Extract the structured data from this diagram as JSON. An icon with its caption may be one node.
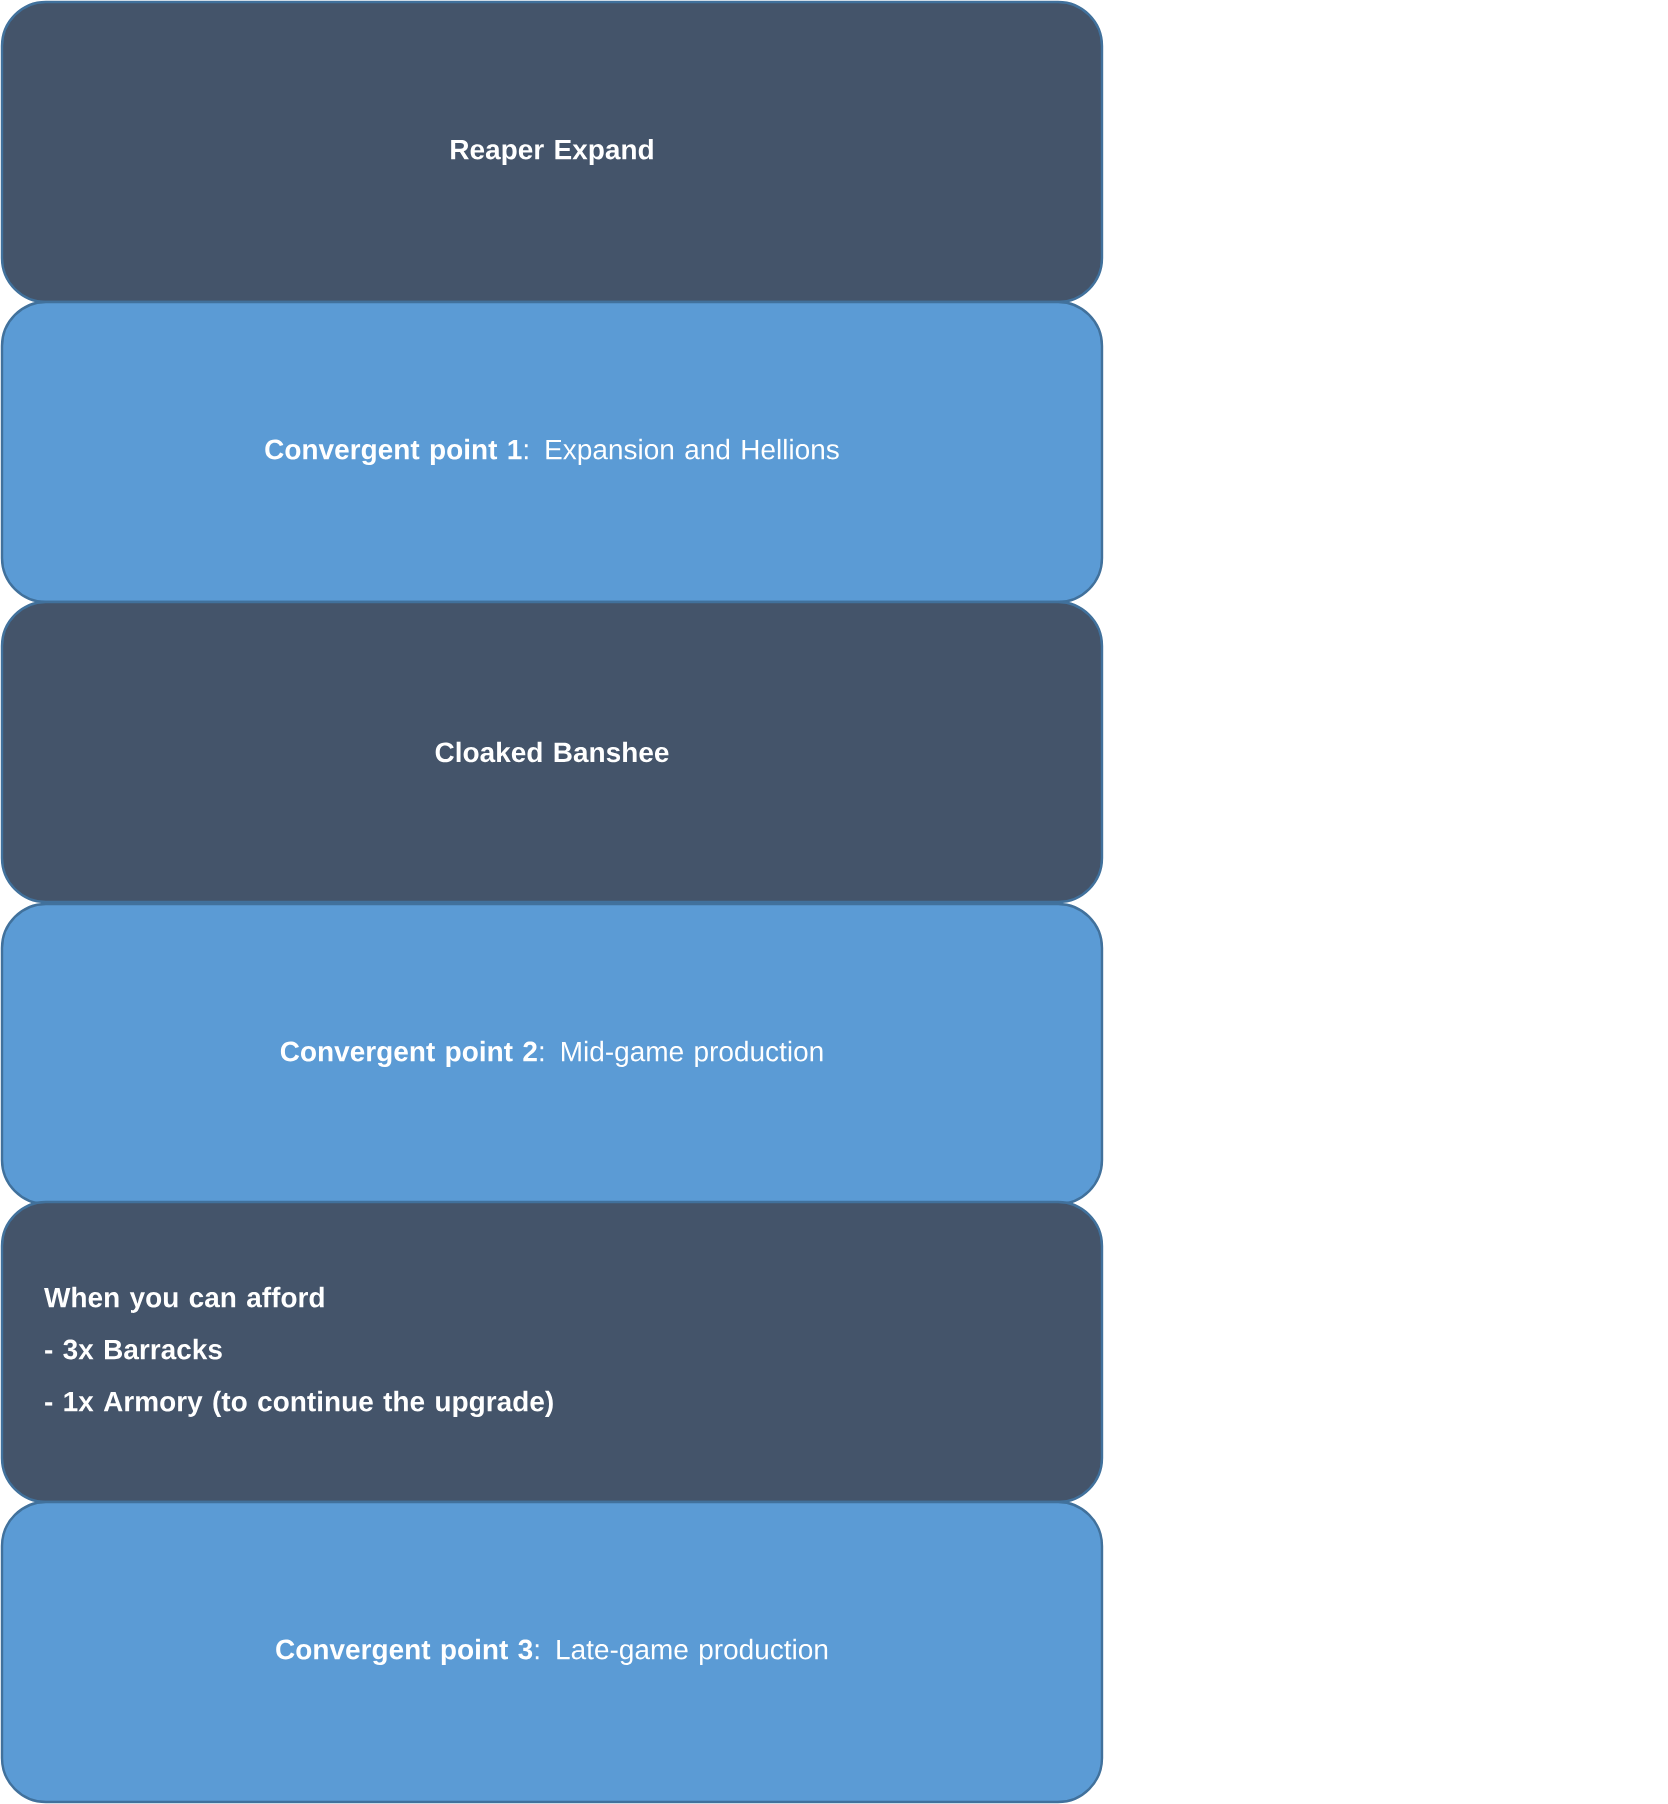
{
  "diagram": {
    "nodes": [
      {
        "text": [
          "Reaper Expand"
        ]
      },
      {
        "text": [
          "**Convergent point 1**: Expansion and Hellions"
        ]
      },
      {
        "text": [
          "Cloaked Banshee"
        ]
      },
      {
        "text": [
          "**Convergent point 2**: Mid-game production"
        ]
      },
      {
        "text": [
          "When you can afford",
          "- 3x Barracks",
          "- 1x Armory (to continue the upgrade)"
        ]
      },
      {
        "text": [
          "**Convergent point 3**: Late-game production"
        ]
      }
    ]
  }
}
